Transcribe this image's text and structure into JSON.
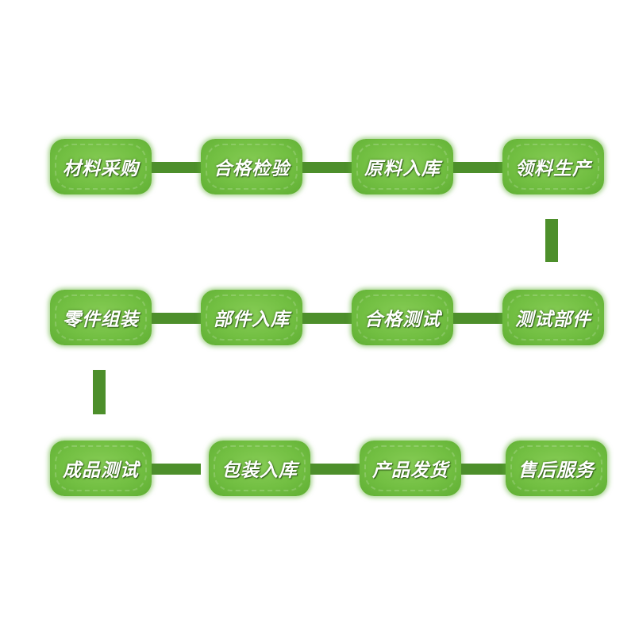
{
  "steps": [
    {
      "label": "材料采购"
    },
    {
      "label": "合格检验"
    },
    {
      "label": "原料入库"
    },
    {
      "label": "领料生产"
    },
    {
      "label": "测试部件"
    },
    {
      "label": "合格测试"
    },
    {
      "label": "部件入库"
    },
    {
      "label": "零件组装"
    },
    {
      "label": "成品测试"
    },
    {
      "label": "包装入库"
    },
    {
      "label": "产品发货"
    },
    {
      "label": "售后服务"
    }
  ],
  "colors": {
    "node_fill": "#72bf42",
    "connector": "#4d8f2b",
    "label_text": "#ffffff",
    "background": "#ffffff"
  }
}
